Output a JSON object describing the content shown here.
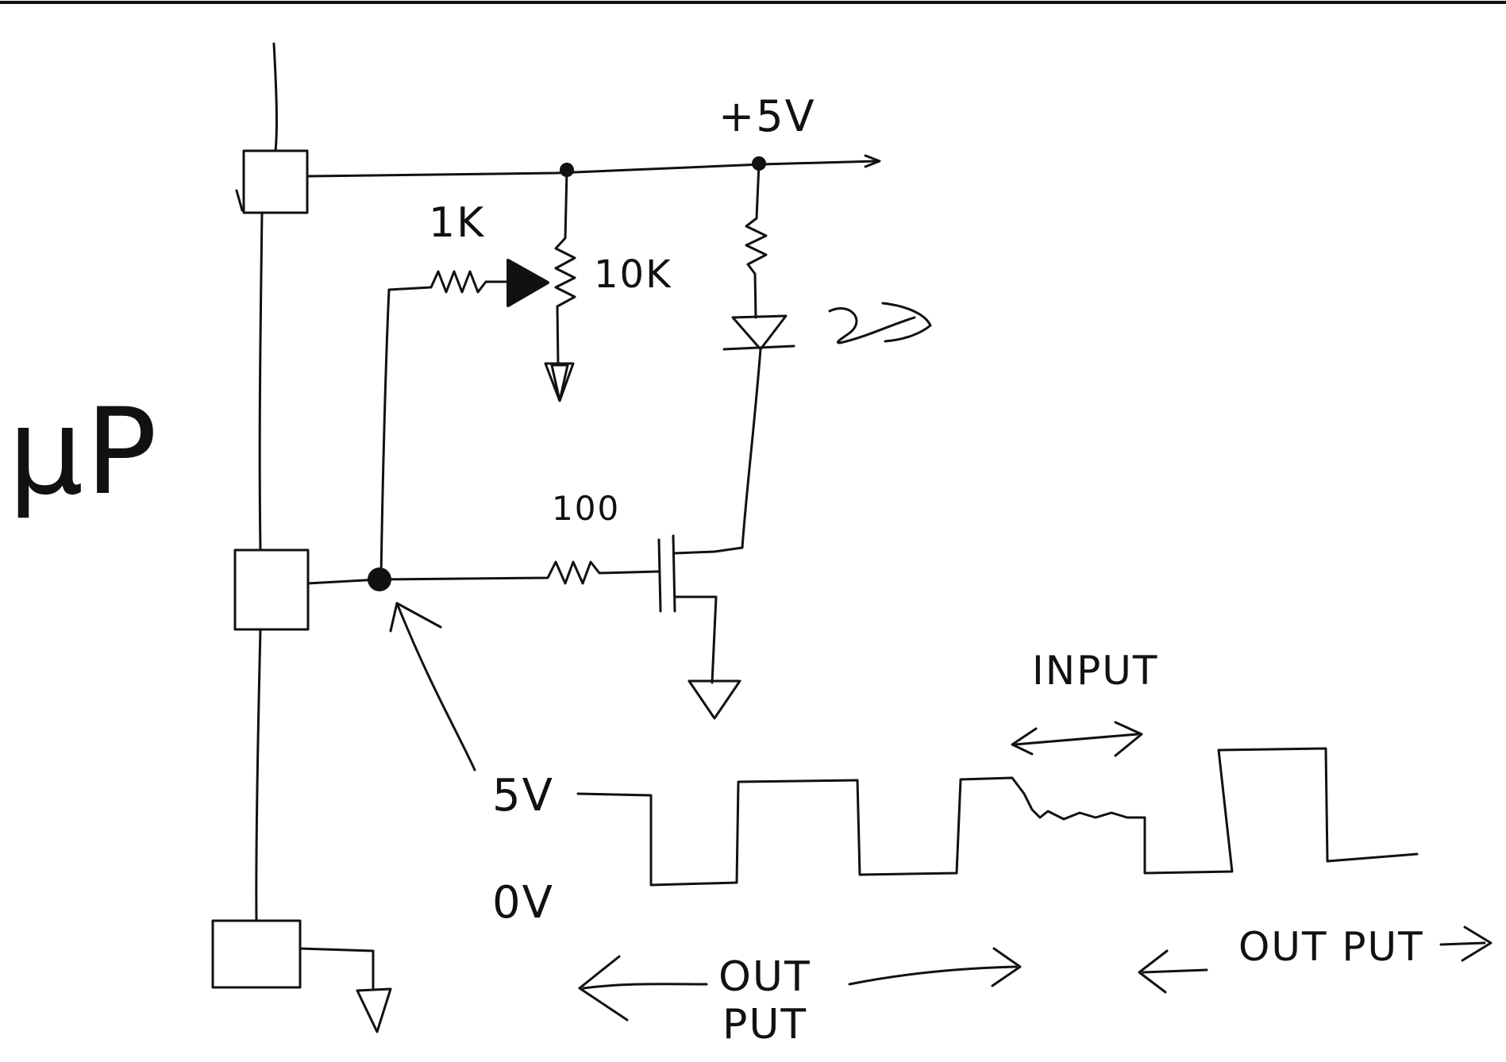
{
  "diagram": {
    "labels": {
      "mp": "μP",
      "supply": "+5V",
      "r_1k": "1K",
      "r_10k": "10K",
      "r_100": "100",
      "input": "INPUT",
      "v_high": "5V",
      "v_low": "0V",
      "output_left_1": "OUT",
      "output_left_2": "PUT",
      "output_right": "OUT PUT"
    }
  }
}
